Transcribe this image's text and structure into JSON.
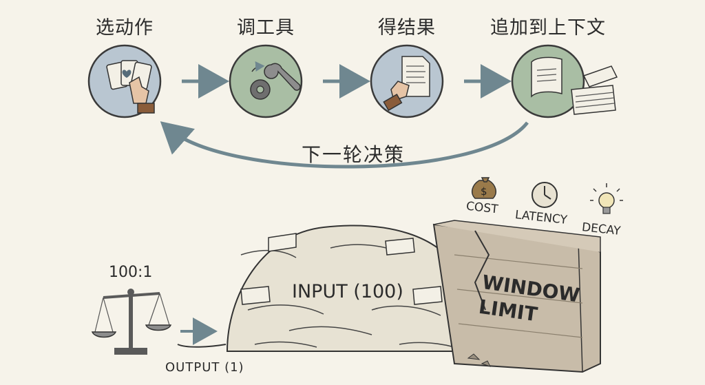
{
  "steps": [
    {
      "label": "选动作",
      "icon": "hand-picking-card-icon"
    },
    {
      "label": "调工具",
      "icon": "wrench-gear-icon"
    },
    {
      "label": "得结果",
      "icon": "hand-holding-document-icon"
    },
    {
      "label": "追加到上下文",
      "icon": "scroll-stack-icon"
    }
  ],
  "loop_label": "下一轮决策",
  "ratio_label": "100:1",
  "output_label": "OUTPUT (1)",
  "input_label": "INPUT (100)",
  "window_label_line1": "WINDOW",
  "window_label_line2": "LIMIT",
  "costs": {
    "cost": "COST",
    "latency": "LATENCY",
    "decay": "DECAY"
  },
  "colors": {
    "circle_blue": "#b9c6d1",
    "circle_green": "#a9bea4",
    "arrow": "#6f8790",
    "wall": "#c8bca9",
    "paper": "#f3f0e6"
  }
}
